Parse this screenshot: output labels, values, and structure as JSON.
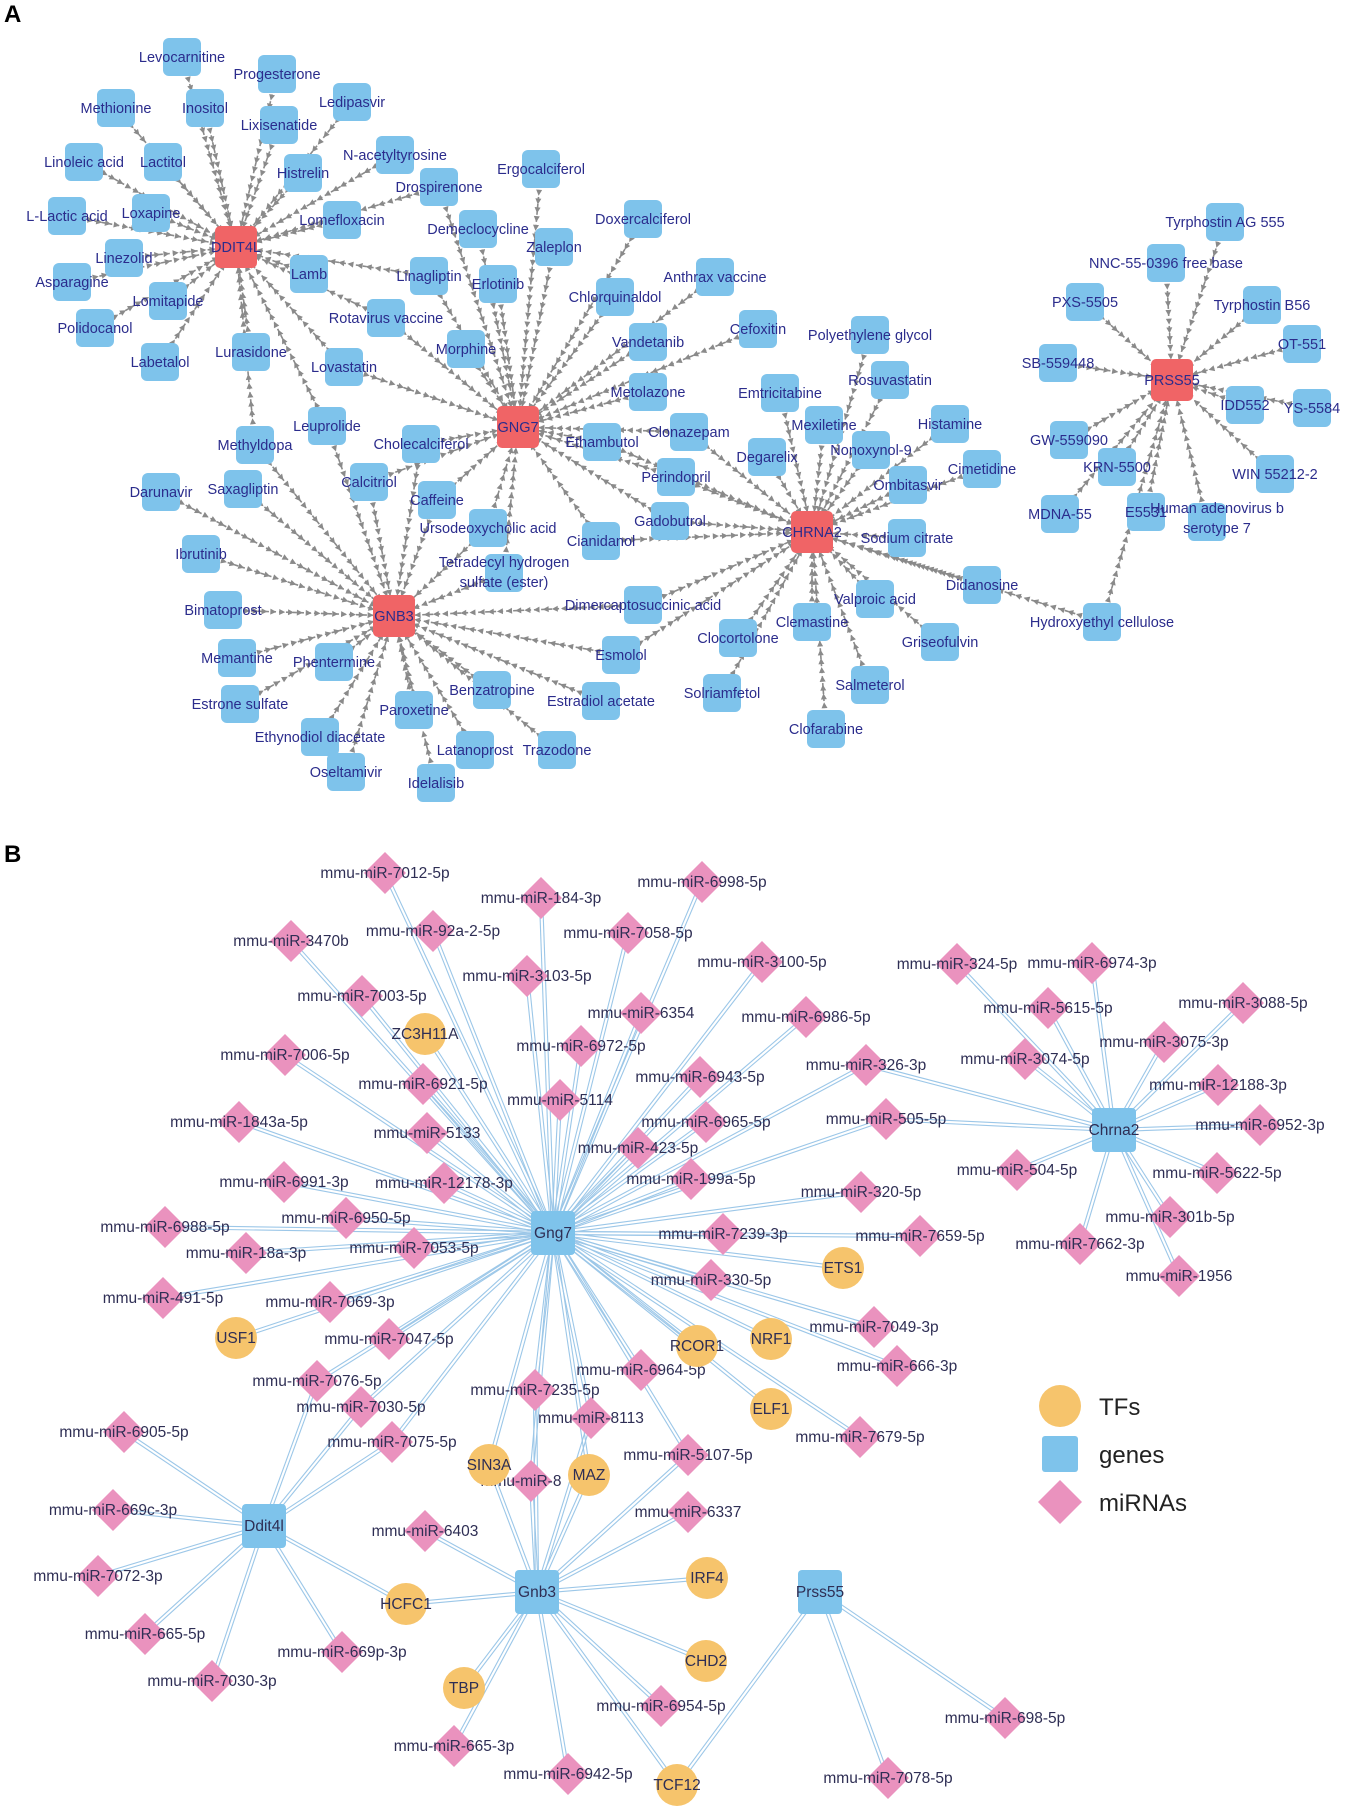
{
  "colors": {
    "drug": "#7ec3eb",
    "hub": "#f06466",
    "gene": "#7ec3eb",
    "tf": "#f6c46c",
    "mirna": "#ea92be",
    "edge_a": "#8a8a8a",
    "edge_b": "#9cc7e8",
    "label": "#2b2c8c"
  },
  "panel_a": {
    "label": "A",
    "hubs": [
      "DDIT4L",
      "GNG7",
      "CHRNA2",
      "GNB3",
      "PRSS55"
    ],
    "drugs": [
      {
        "name": "Levocarnitine",
        "hubs": [
          "DDIT4L"
        ]
      },
      {
        "name": "Progesterone",
        "hubs": [
          "DDIT4L"
        ]
      },
      {
        "name": "Methionine",
        "hubs": [
          "DDIT4L"
        ]
      },
      {
        "name": "Inositol",
        "hubs": [
          "DDIT4L"
        ]
      },
      {
        "name": "Ledipasvir",
        "hubs": [
          "DDIT4L"
        ]
      },
      {
        "name": "Lixisenatide",
        "hubs": [
          "DDIT4L"
        ]
      },
      {
        "name": "Linoleic acid",
        "hubs": [
          "DDIT4L"
        ]
      },
      {
        "name": "Lactitol",
        "hubs": [
          "DDIT4L"
        ]
      },
      {
        "name": "N-acetyltyrosine",
        "hubs": [
          "DDIT4L"
        ]
      },
      {
        "name": "Histrelin",
        "hubs": [
          "DDIT4L"
        ]
      },
      {
        "name": "Ergocalciferol",
        "hubs": [
          "GNG7"
        ]
      },
      {
        "name": "Drospirenone",
        "hubs": [
          "DDIT4L",
          "GNG7"
        ]
      },
      {
        "name": "L-Lactic acid",
        "hubs": [
          "DDIT4L"
        ]
      },
      {
        "name": "Loxapine",
        "hubs": [
          "DDIT4L"
        ]
      },
      {
        "name": "Lomefloxacin",
        "hubs": [
          "DDIT4L"
        ]
      },
      {
        "name": "Doxercalciferol",
        "hubs": [
          "GNG7"
        ]
      },
      {
        "name": "Demeclocycline",
        "hubs": [
          "GNG7"
        ]
      },
      {
        "name": "Linezolid",
        "hubs": [
          "DDIT4L"
        ]
      },
      {
        "name": "Zaleplon",
        "hubs": [
          "GNG7"
        ]
      },
      {
        "name": "Asparagine",
        "hubs": [
          "DDIT4L"
        ]
      },
      {
        "name": "Lamb",
        "hubs": [
          "DDIT4L"
        ]
      },
      {
        "name": "Linagliptin",
        "hubs": [
          "DDIT4L",
          "GNG7"
        ]
      },
      {
        "name": "Erlotinib",
        "hubs": [
          "GNG7"
        ]
      },
      {
        "name": "Anthrax vaccine",
        "hubs": [
          "GNG7"
        ]
      },
      {
        "name": "Lomitapide",
        "hubs": [
          "DDIT4L"
        ]
      },
      {
        "name": "Chlorquinaldol",
        "hubs": [
          "GNG7"
        ]
      },
      {
        "name": "Polidocanol",
        "hubs": [
          "DDIT4L"
        ]
      },
      {
        "name": "Rotavirus vaccine",
        "hubs": [
          "DDIT4L",
          "GNG7"
        ]
      },
      {
        "name": "Cefoxitin",
        "hubs": [
          "GNG7"
        ]
      },
      {
        "name": "Labetalol",
        "hubs": [
          "DDIT4L"
        ]
      },
      {
        "name": "Lurasidone",
        "hubs": [
          "DDIT4L"
        ]
      },
      {
        "name": "Morphine",
        "hubs": [
          "GNG7"
        ]
      },
      {
        "name": "Vandetanib",
        "hubs": [
          "GNG7"
        ]
      },
      {
        "name": "Polyethylene glycol",
        "hubs": [
          "CHRNA2"
        ]
      },
      {
        "name": "Lovastatin",
        "hubs": [
          "DDIT4L",
          "GNG7"
        ]
      },
      {
        "name": "Metolazone",
        "hubs": [
          "GNG7"
        ]
      },
      {
        "name": "Rosuvastatin",
        "hubs": [
          "CHRNA2"
        ]
      },
      {
        "name": "Emtricitabine",
        "hubs": [
          "CHRNA2"
        ]
      },
      {
        "name": "Histamine",
        "hubs": [
          "CHRNA2"
        ]
      },
      {
        "name": "Leuprolide",
        "hubs": [
          "DDIT4L",
          "GNB3"
        ]
      },
      {
        "name": "Methyldopa",
        "hubs": [
          "DDIT4L",
          "GNB3"
        ]
      },
      {
        "name": "Cholecalciferol",
        "hubs": [
          "GNG7",
          "GNB3"
        ]
      },
      {
        "name": "Clonazepam",
        "hubs": [
          "GNG7",
          "CHRNA2"
        ]
      },
      {
        "name": "Mexiletine",
        "hubs": [
          "CHRNA2"
        ]
      },
      {
        "name": "Ethambutol",
        "hubs": [
          "GNG7",
          "CHRNA2"
        ]
      },
      {
        "name": "Nonoxynol-9",
        "hubs": [
          "CHRNA2"
        ]
      },
      {
        "name": "Degarelix",
        "hubs": [
          "CHRNA2"
        ]
      },
      {
        "name": "Cimetidine",
        "hubs": [
          "CHRNA2"
        ]
      },
      {
        "name": "Perindopril",
        "hubs": [
          "GNG7",
          "CHRNA2"
        ]
      },
      {
        "name": "Ombitasvir",
        "hubs": [
          "CHRNA2"
        ]
      },
      {
        "name": "Saxagliptin",
        "hubs": [
          "GNB3"
        ]
      },
      {
        "name": "Calcitriol",
        "hubs": [
          "GNG7",
          "GNB3"
        ]
      },
      {
        "name": "Darunavir",
        "hubs": [
          "GNB3"
        ]
      },
      {
        "name": "Caffeine",
        "hubs": [
          "GNG7",
          "GNB3"
        ]
      },
      {
        "name": "Gadobutrol",
        "hubs": [
          "GNG7",
          "CHRNA2"
        ]
      },
      {
        "name": "Ursodeoxycholic acid",
        "hubs": [
          "GNG7",
          "GNB3"
        ]
      },
      {
        "name": "Cianidanol",
        "hubs": [
          "GNG7",
          "CHRNA2"
        ]
      },
      {
        "name": "Sodium citrate",
        "hubs": [
          "CHRNA2"
        ]
      },
      {
        "name": "Tetradecyl hydrogen sulfate (ester)",
        "hubs": [
          "GNB3",
          "GNG7"
        ]
      },
      {
        "name": "Ibrutinib",
        "hubs": [
          "GNB3"
        ]
      },
      {
        "name": "Didanosine",
        "hubs": [
          "CHRNA2"
        ]
      },
      {
        "name": "Dimercaptosuccinic acid",
        "hubs": [
          "GNB3",
          "CHRNA2"
        ]
      },
      {
        "name": "Valproic acid",
        "hubs": [
          "CHRNA2"
        ]
      },
      {
        "name": "Hydroxyethyl cellulose",
        "hubs": [
          "CHRNA2",
          "PRSS55"
        ]
      },
      {
        "name": "Bimatoprost",
        "hubs": [
          "GNB3"
        ]
      },
      {
        "name": "Clemastine",
        "hubs": [
          "CHRNA2"
        ]
      },
      {
        "name": "Clocortolone",
        "hubs": [
          "CHRNA2"
        ]
      },
      {
        "name": "Griseofulvin",
        "hubs": [
          "CHRNA2"
        ]
      },
      {
        "name": "Memantine",
        "hubs": [
          "GNB3"
        ]
      },
      {
        "name": "Phentermine",
        "hubs": [
          "GNB3"
        ]
      },
      {
        "name": "Esmolol",
        "hubs": [
          "GNB3",
          "CHRNA2"
        ]
      },
      {
        "name": "Benzatropine",
        "hubs": [
          "GNB3"
        ]
      },
      {
        "name": "Estrone sulfate",
        "hubs": [
          "GNB3"
        ]
      },
      {
        "name": "Estradiol acetate",
        "hubs": [
          "GNB3"
        ]
      },
      {
        "name": "Solriamfetol",
        "hubs": [
          "CHRNA2"
        ]
      },
      {
        "name": "Salmeterol",
        "hubs": [
          "CHRNA2"
        ]
      },
      {
        "name": "Paroxetine",
        "hubs": [
          "GNB3"
        ]
      },
      {
        "name": "Ethynodiol diacetate",
        "hubs": [
          "GNB3"
        ]
      },
      {
        "name": "Clofarabine",
        "hubs": [
          "CHRNA2"
        ]
      },
      {
        "name": "Latanoprost",
        "hubs": [
          "GNB3"
        ]
      },
      {
        "name": "Trazodone",
        "hubs": [
          "GNB3"
        ]
      },
      {
        "name": "Oseltamivir",
        "hubs": [
          "GNB3"
        ]
      },
      {
        "name": "Idelalisib",
        "hubs": [
          "GNB3"
        ]
      },
      {
        "name": "Tyrphostin AG 555",
        "hubs": [
          "PRSS55"
        ]
      },
      {
        "name": "NNC-55-0396 free base",
        "hubs": [
          "PRSS55"
        ]
      },
      {
        "name": "PXS-5505",
        "hubs": [
          "PRSS55"
        ]
      },
      {
        "name": "Tyrphostin B56",
        "hubs": [
          "PRSS55"
        ]
      },
      {
        "name": "OT-551",
        "hubs": [
          "PRSS55"
        ]
      },
      {
        "name": "SB-559448",
        "hubs": [
          "PRSS55"
        ]
      },
      {
        "name": "IDD552",
        "hubs": [
          "PRSS55"
        ]
      },
      {
        "name": "YS-5584",
        "hubs": [
          "PRSS55"
        ]
      },
      {
        "name": "GW-559090",
        "hubs": [
          "PRSS55"
        ]
      },
      {
        "name": "KRN-5500",
        "hubs": [
          "PRSS55"
        ]
      },
      {
        "name": "WIN 55212-2",
        "hubs": [
          "PRSS55"
        ]
      },
      {
        "name": "MDNA-55",
        "hubs": [
          "PRSS55"
        ]
      },
      {
        "name": "E5531",
        "hubs": [
          "PRSS55"
        ]
      },
      {
        "name": "Human adenovirus b serotype 7",
        "hubs": [
          "PRSS55"
        ]
      }
    ]
  },
  "panel_b": {
    "label": "B",
    "genes": [
      "Gng7",
      "Chrna2",
      "Ddit4l",
      "Gnb3",
      "Prss55"
    ],
    "tfs": [
      {
        "name": "ZC3H11A",
        "targets": [
          "Gng7"
        ]
      },
      {
        "name": "ETS1",
        "targets": [
          "Gng7"
        ]
      },
      {
        "name": "USF1",
        "targets": [
          "Gng7"
        ]
      },
      {
        "name": "NRF1",
        "targets": [
          "Gng7"
        ]
      },
      {
        "name": "RCOR1",
        "targets": [
          "Gng7"
        ]
      },
      {
        "name": "ELF1",
        "targets": [
          "Gng7"
        ]
      },
      {
        "name": "SIN3A",
        "targets": [
          "Gng7",
          "Gnb3"
        ]
      },
      {
        "name": "MAZ",
        "targets": [
          "Gng7",
          "Gnb3"
        ]
      },
      {
        "name": "HCFC1",
        "targets": [
          "Ddit4l",
          "Gnb3"
        ]
      },
      {
        "name": "IRF4",
        "targets": [
          "Gnb3"
        ]
      },
      {
        "name": "CHD2",
        "targets": [
          "Gnb3"
        ]
      },
      {
        "name": "TBP",
        "targets": [
          "Gnb3"
        ]
      },
      {
        "name": "TCF12",
        "targets": [
          "Gnb3",
          "Prss55"
        ]
      }
    ],
    "mirnas": [
      {
        "name": "mmu-miR-7012-5p",
        "targets": [
          "Gng7"
        ]
      },
      {
        "name": "mmu-miR-184-3p",
        "targets": [
          "Gng7"
        ]
      },
      {
        "name": "mmu-miR-6998-5p",
        "targets": [
          "Gng7"
        ]
      },
      {
        "name": "mmu-miR-3470b",
        "targets": [
          "Gng7"
        ]
      },
      {
        "name": "mmu-miR-92a-2-5p",
        "targets": [
          "Gng7"
        ]
      },
      {
        "name": "mmu-miR-7058-5p",
        "targets": [
          "Gng7"
        ]
      },
      {
        "name": "mmu-miR-3100-5p",
        "targets": [
          "Gng7"
        ]
      },
      {
        "name": "mmu-miR-3103-5p",
        "targets": [
          "Gng7"
        ]
      },
      {
        "name": "mmu-miR-7003-5p",
        "targets": [
          "Gng7"
        ]
      },
      {
        "name": "mmu-miR-6354",
        "targets": [
          "Gng7"
        ]
      },
      {
        "name": "mmu-miR-6986-5p",
        "targets": [
          "Gng7"
        ]
      },
      {
        "name": "mmu-miR-6972-5p",
        "targets": [
          "Gng7"
        ]
      },
      {
        "name": "mmu-miR-7006-5p",
        "targets": [
          "Gng7"
        ]
      },
      {
        "name": "mmu-miR-6921-5p",
        "targets": [
          "Gng7"
        ]
      },
      {
        "name": "mmu-miR-6943-5p",
        "targets": [
          "Gng7"
        ]
      },
      {
        "name": "mmu-miR-326-3p",
        "targets": [
          "Gng7",
          "Chrna2"
        ]
      },
      {
        "name": "mmu-miR-5114",
        "targets": [
          "Gng7"
        ]
      },
      {
        "name": "mmu-miR-1843a-5p",
        "targets": [
          "Gng7"
        ]
      },
      {
        "name": "mmu-miR-6965-5p",
        "targets": [
          "Gng7"
        ]
      },
      {
        "name": "mmu-miR-505-5p",
        "targets": [
          "Gng7",
          "Chrna2"
        ]
      },
      {
        "name": "mmu-miR-5133",
        "targets": [
          "Gng7"
        ]
      },
      {
        "name": "mmu-miR-423-5p",
        "targets": [
          "Gng7"
        ]
      },
      {
        "name": "mmu-miR-6991-3p",
        "targets": [
          "Gng7"
        ]
      },
      {
        "name": "mmu-miR-12178-3p",
        "targets": [
          "Gng7"
        ]
      },
      {
        "name": "mmu-miR-199a-5p",
        "targets": [
          "Gng7"
        ]
      },
      {
        "name": "mmu-miR-320-5p",
        "targets": [
          "Gng7"
        ]
      },
      {
        "name": "mmu-miR-6988-5p",
        "targets": [
          "Gng7"
        ]
      },
      {
        "name": "mmu-miR-6950-5p",
        "targets": [
          "Gng7"
        ]
      },
      {
        "name": "mmu-miR-18a-3p",
        "targets": [
          "Gng7"
        ]
      },
      {
        "name": "mmu-miR-7053-5p",
        "targets": [
          "Gng7"
        ]
      },
      {
        "name": "mmu-miR-7239-3p",
        "targets": [
          "Gng7"
        ]
      },
      {
        "name": "mmu-miR-7659-5p",
        "targets": [
          "Gng7"
        ]
      },
      {
        "name": "mmu-miR-491-5p",
        "targets": [
          "Gng7"
        ]
      },
      {
        "name": "mmu-miR-330-5p",
        "targets": [
          "Gng7"
        ]
      },
      {
        "name": "mmu-miR-7069-3p",
        "targets": [
          "Gng7"
        ]
      },
      {
        "name": "mmu-miR-7049-3p",
        "targets": [
          "Gng7"
        ]
      },
      {
        "name": "mmu-miR-7047-5p",
        "targets": [
          "Gng7"
        ]
      },
      {
        "name": "mmu-miR-666-3p",
        "targets": [
          "Gng7"
        ]
      },
      {
        "name": "mmu-miR-6964-5p",
        "targets": [
          "Gng7"
        ]
      },
      {
        "name": "mmu-miR-7076-5p",
        "targets": [
          "Gng7",
          "Ddit4l"
        ]
      },
      {
        "name": "mmu-miR-7235-5p",
        "targets": [
          "Gng7",
          "Gnb3"
        ]
      },
      {
        "name": "mmu-miR-7030-5p",
        "targets": [
          "Gng7",
          "Ddit4l"
        ]
      },
      {
        "name": "mmu-miR-8113",
        "targets": [
          "Gng7",
          "Gnb3"
        ]
      },
      {
        "name": "mmu-miR-7679-5p",
        "targets": [
          "Gng7"
        ]
      },
      {
        "name": "mmu-miR-7075-5p",
        "targets": [
          "Gng7",
          "Ddit4l"
        ]
      },
      {
        "name": "mmu-miR-5107-5p",
        "targets": [
          "Gng7",
          "Gnb3"
        ]
      },
      {
        "name": "mmu-miR-8",
        "targets": [
          "Gng7",
          "Gnb3"
        ]
      },
      {
        "name": "mmu-miR-6337",
        "targets": [
          "Gnb3"
        ]
      },
      {
        "name": "mmu-miR-6403",
        "targets": [
          "Gnb3"
        ]
      },
      {
        "name": "mmu-miR-6905-5p",
        "targets": [
          "Ddit4l"
        ]
      },
      {
        "name": "mmu-miR-669c-3p",
        "targets": [
          "Ddit4l"
        ]
      },
      {
        "name": "mmu-miR-7072-3p",
        "targets": [
          "Ddit4l"
        ]
      },
      {
        "name": "mmu-miR-665-5p",
        "targets": [
          "Ddit4l"
        ]
      },
      {
        "name": "mmu-miR-669p-3p",
        "targets": [
          "Ddit4l"
        ]
      },
      {
        "name": "mmu-miR-7030-3p",
        "targets": [
          "Ddit4l"
        ]
      },
      {
        "name": "mmu-miR-6954-5p",
        "targets": [
          "Gnb3"
        ]
      },
      {
        "name": "mmu-miR-665-3p",
        "targets": [
          "Gnb3"
        ]
      },
      {
        "name": "mmu-miR-6942-5p",
        "targets": [
          "Gnb3"
        ]
      },
      {
        "name": "mmu-miR-698-5p",
        "targets": [
          "Prss55"
        ]
      },
      {
        "name": "mmu-miR-7078-5p",
        "targets": [
          "Prss55"
        ]
      },
      {
        "name": "mmu-miR-324-5p",
        "targets": [
          "Chrna2"
        ]
      },
      {
        "name": "mmu-miR-6974-3p",
        "targets": [
          "Chrna2"
        ]
      },
      {
        "name": "mmu-miR-5615-5p",
        "targets": [
          "Chrna2"
        ]
      },
      {
        "name": "mmu-miR-3088-5p",
        "targets": [
          "Chrna2"
        ]
      },
      {
        "name": "mmu-miR-3074-5p",
        "targets": [
          "Chrna2"
        ]
      },
      {
        "name": "mmu-miR-3075-3p",
        "targets": [
          "Chrna2"
        ]
      },
      {
        "name": "mmu-miR-12188-3p",
        "targets": [
          "Chrna2"
        ]
      },
      {
        "name": "mmu-miR-6952-3p",
        "targets": [
          "Chrna2"
        ]
      },
      {
        "name": "mmu-miR-504-5p",
        "targets": [
          "Chrna2"
        ]
      },
      {
        "name": "mmu-miR-5622-5p",
        "targets": [
          "Chrna2"
        ]
      },
      {
        "name": "mmu-miR-301b-5p",
        "targets": [
          "Chrna2"
        ]
      },
      {
        "name": "mmu-miR-7662-3p",
        "targets": [
          "Chrna2"
        ]
      },
      {
        "name": "mmu-miR-1956",
        "targets": [
          "Chrna2"
        ]
      }
    ],
    "legend": [
      {
        "shape": "circle",
        "label": "TFs"
      },
      {
        "shape": "square",
        "label": "genes"
      },
      {
        "shape": "diamond",
        "label": "miRNAs"
      }
    ]
  }
}
